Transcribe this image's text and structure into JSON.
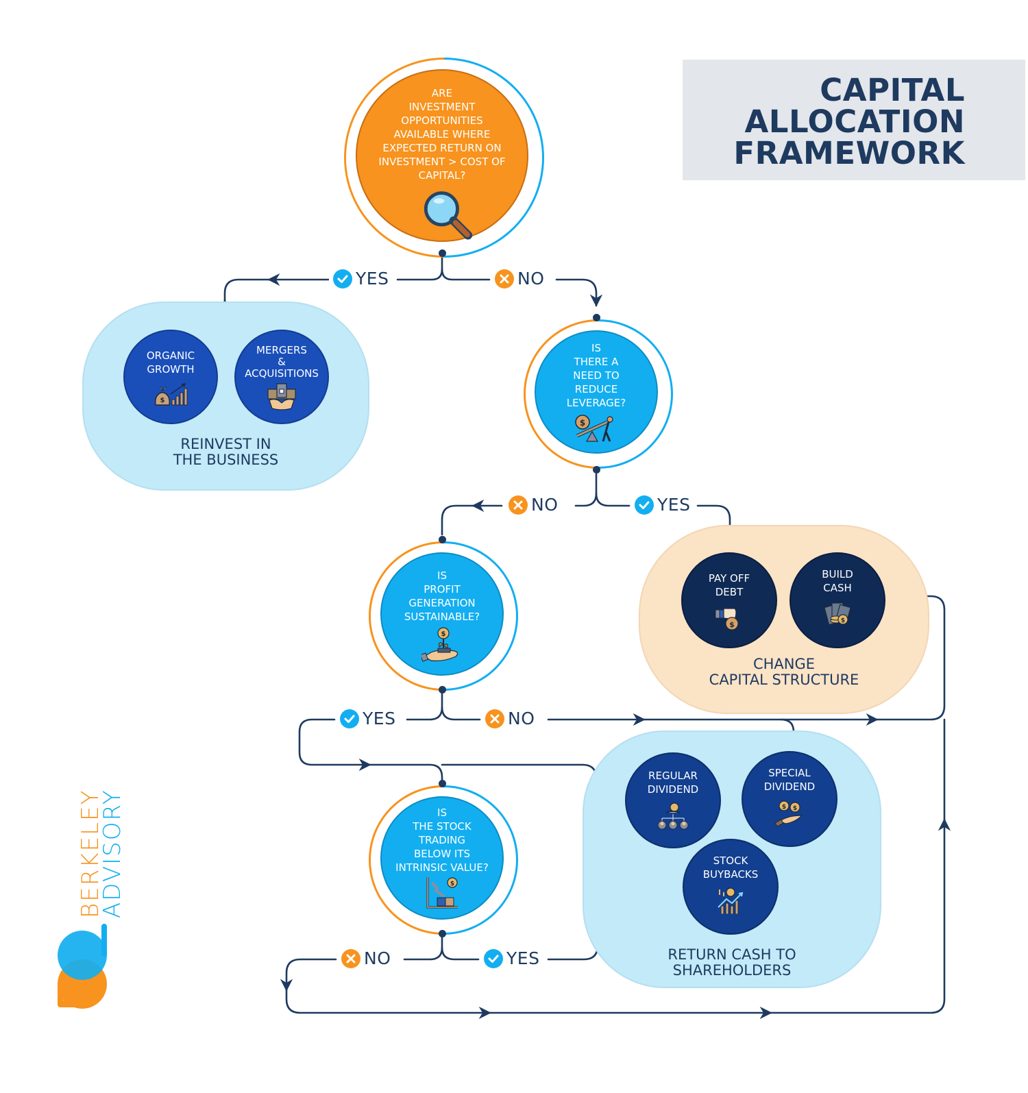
{
  "title": {
    "lines": [
      "CAPITAL",
      "ALLOCATION",
      "FRAMEWORK"
    ]
  },
  "colors": {
    "navy": "#1e3a5f",
    "orange": "#f7931e",
    "sky_blue": "#13aef0",
    "royal_blue": "#1a4fba",
    "dark_navy": "#0f2a55",
    "light_blue_bg": "#c2eaf9",
    "peach_bg": "#fbe3c6",
    "title_bg": "#e3e6eb"
  },
  "questions": [
    {
      "id": "q1",
      "lines": [
        "ARE",
        "INVESTMENT",
        "OPPORTUNITIES",
        "AVAILABLE WHERE",
        "EXPECTED RETURN ON",
        "INVESTMENT > COST OF",
        "CAPITAL?"
      ],
      "icon": "magnifying-glass-icon"
    },
    {
      "id": "q2",
      "lines": [
        "IS",
        "THERE A",
        "NEED TO",
        "REDUCE",
        "LEVERAGE?"
      ],
      "icon": "leverage-seesaw-icon"
    },
    {
      "id": "q3",
      "lines": [
        "IS",
        "PROFIT",
        "GENERATION",
        "SUSTAINABLE?"
      ],
      "icon": "money-plant-hand-icon"
    },
    {
      "id": "q4",
      "lines": [
        "IS",
        "THE STOCK",
        "TRADING",
        "BELOW ITS",
        "INTRINSIC VALUE?"
      ],
      "icon": "stock-decline-chart-icon"
    }
  ],
  "answers": {
    "yes": "YES",
    "no": "NO"
  },
  "groups": {
    "reinvest": {
      "label_lines": [
        "REINVEST IN",
        "THE BUSINESS"
      ],
      "options": [
        {
          "lines": [
            "ORGANIC",
            "GROWTH"
          ],
          "icon": "money-bag-growth-chart-icon"
        },
        {
          "lines": [
            "MERGERS",
            "&",
            "ACQUISITIONS"
          ],
          "icon": "handshake-building-icon"
        }
      ]
    },
    "capital_structure": {
      "label_lines": [
        "CHANGE",
        "CAPITAL STRUCTURE"
      ],
      "options": [
        {
          "lines": [
            "PAY OFF",
            "DEBT"
          ],
          "icon": "hand-money-bag-icon"
        },
        {
          "lines": [
            "BUILD",
            "CASH"
          ],
          "icon": "cash-stack-coins-icon"
        }
      ]
    },
    "return_cash": {
      "label_lines": [
        "RETURN CASH TO",
        "SHAREHOLDERS"
      ],
      "options": [
        {
          "lines": [
            "REGULAR",
            "DIVIDEND"
          ],
          "icon": "dividend-shareholders-icon"
        },
        {
          "lines": [
            "SPECIAL",
            "DIVIDEND"
          ],
          "icon": "coins-hand-icon"
        },
        {
          "lines": [
            "STOCK",
            "BUYBACKS"
          ],
          "icon": "buyback-chart-icon"
        }
      ]
    }
  },
  "logo": {
    "line1": "BERKELEY",
    "line2": "ADVISORY"
  }
}
